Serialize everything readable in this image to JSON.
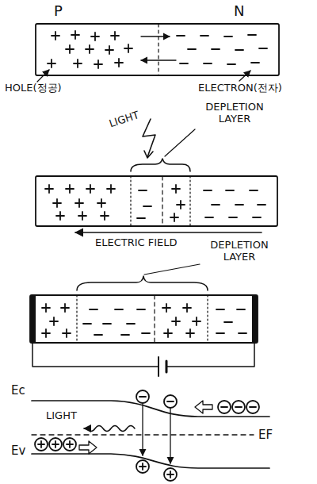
{
  "diagram": {
    "labels": [
      "P",
      "N",
      "HOLE(정공)",
      "ELECTRON(전자)",
      "LIGHT",
      "DEPLETION LAYER",
      "ELECTRIC FIELD",
      "DEPLETION LAYER",
      "Ec",
      "EF",
      "Ev",
      "LIGHT"
    ]
  }
}
